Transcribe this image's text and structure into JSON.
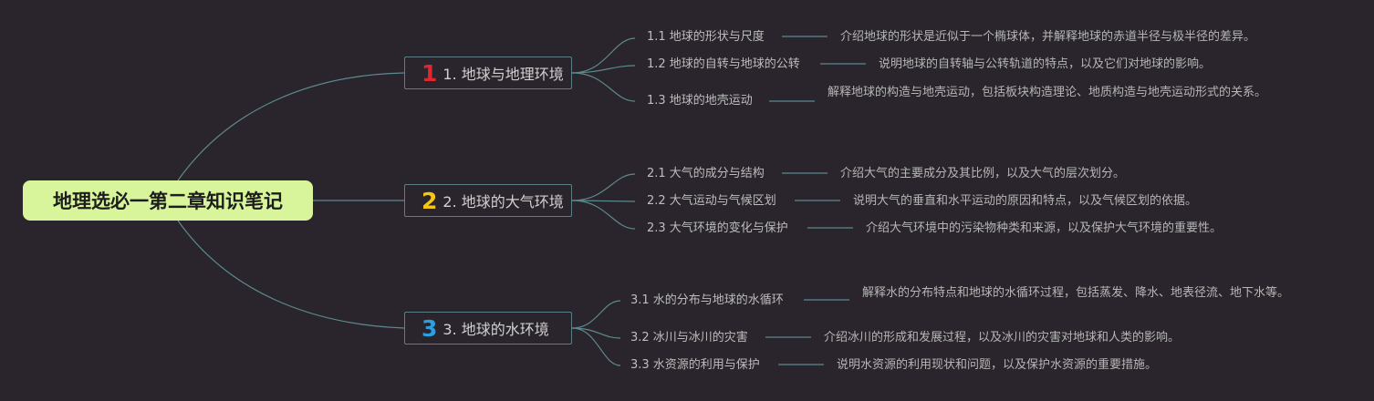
{
  "root": {
    "title": "地理选必一第二章知识笔记"
  },
  "branches": [
    {
      "number": "1",
      "number_color": "#e0262f",
      "title": "1. 地球与地理环境",
      "subs": [
        {
          "title": "1.1 地球的形状与尺度",
          "desc": "介绍地球的形状是近似于一个椭球体，并解释地球的赤道半径与极半径的差异。"
        },
        {
          "title": "1.2 地球的自转与地球的公转",
          "desc": "说明地球的自转轴与公转轨道的特点，以及它们对地球的影响。"
        },
        {
          "title": "1.3 地球的地壳运动",
          "desc": "解释地球的构造与地壳运动，包括板块构造理论、地质构造与地壳运动形式的关系。"
        }
      ]
    },
    {
      "number": "2",
      "number_color": "#f5c518",
      "title": "2. 地球的大气环境",
      "subs": [
        {
          "title": "2.1 大气的成分与结构",
          "desc": "介绍大气的主要成分及其比例，以及大气的层次划分。"
        },
        {
          "title": "2.2 大气运动与气候区划",
          "desc": "说明大气的垂直和水平运动的原因和特点，以及气候区划的依据。"
        },
        {
          "title": "2.3 大气环境的变化与保护",
          "desc": "介绍大气环境中的污染物种类和来源，以及保护大气环境的重要性。"
        }
      ]
    },
    {
      "number": "3",
      "number_color": "#2b9fe0",
      "title": "3. 地球的水环境",
      "subs": [
        {
          "title": "3.1 水的分布与地球的水循环",
          "desc": "解释水的分布特点和地球的水循环过程，包括蒸发、降水、地表径流、地下水等。"
        },
        {
          "title": "3.2 冰川与冰川的灾害",
          "desc": "介绍冰川的形成和发展过程，以及冰川的灾害对地球和人类的影响。"
        },
        {
          "title": "3.3 水资源的利用与保护",
          "desc": "说明水资源的利用现状和问题，以及保护水资源的重要措施。"
        }
      ]
    }
  ],
  "colors": {
    "line": "#5b8a8e",
    "background": "#2a252c",
    "root_fill": "#d9f59c"
  }
}
